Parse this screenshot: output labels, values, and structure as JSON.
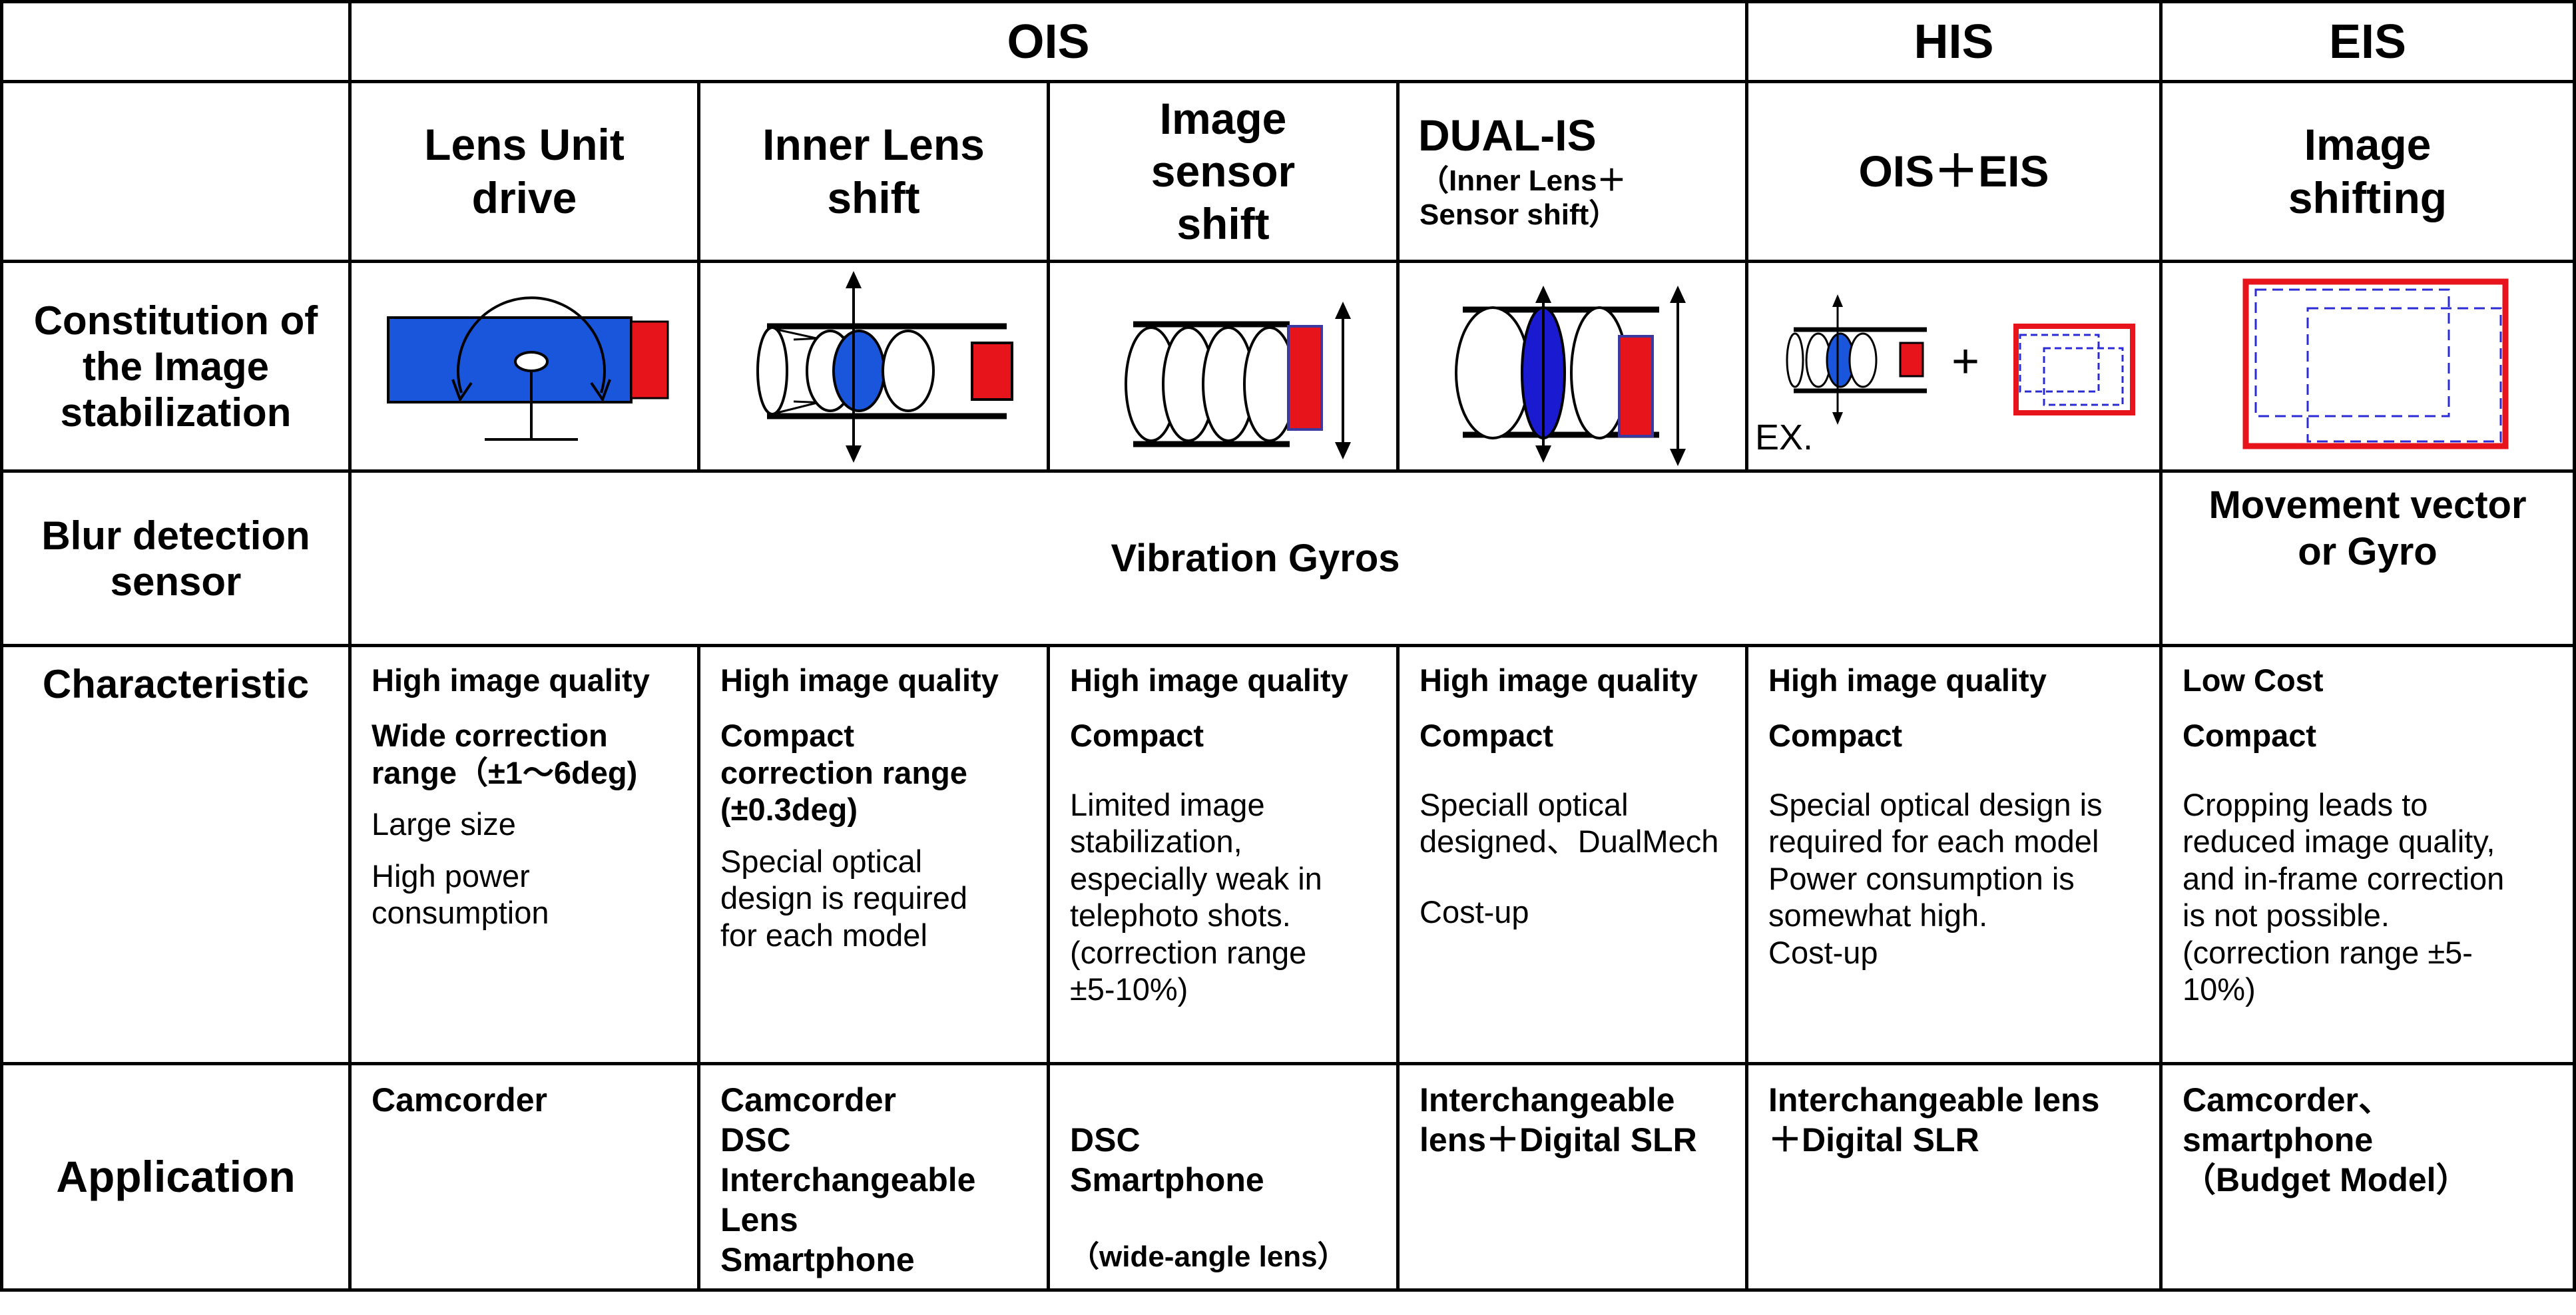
{
  "header": {
    "groups": [
      "OIS",
      "HIS",
      "EIS"
    ]
  },
  "methods": {
    "lens_unit": "Lens  Unit\ndrive",
    "inner_lens": "Inner  Lens\nshift",
    "image_sensor": "Image\nsensor\nshift",
    "dual_is": "DUAL-IS",
    "dual_is_sub": "（Inner Lens＋\n  Sensor shift）",
    "his": "OIS＋EIS",
    "eis": "Image\nshifting"
  },
  "row_headers": {
    "constitution": "Constitution of\nthe Image\nstabilization",
    "blur": "Blur detection\nsensor",
    "characteristic": "Characteristic",
    "application": "Application"
  },
  "blur_detection": {
    "ois_his": "Vibration Gyros",
    "eis": "Movement vector\nor    Gyro"
  },
  "diagram_labels": {
    "his_example": "EX.",
    "plus": "+"
  },
  "colors": {
    "lens_blue": "#1a56db",
    "dark_blue": "#1a1ad0",
    "sensor_red": "#e8141b",
    "dashed_blue": "#2a2ad6"
  },
  "characteristics": {
    "lens_unit": {
      "bold": [
        "High image quality",
        "Wide correction\nrange（±1～6deg)"
      ],
      "normal": [
        "Large size",
        "High power\nconsumption"
      ]
    },
    "inner_lens": {
      "bold": [
        "High image quality",
        "Compact\ncorrection range\n  (±0.3deg)"
      ],
      "normal": [
        "Special optical\ndesign is required\nfor each model"
      ]
    },
    "image_sensor": {
      "bold": [
        "High image quality",
        "Compact"
      ],
      "normal": [
        "Limited image\nstabilization,\nespecially weak in\ntelephoto shots.\n(correction range\n±5-10%)"
      ]
    },
    "dual_is": {
      "bold": [
        "High image quality",
        "Compact"
      ],
      "normal": [
        "Speciall  optical\ndesigned、DualMech",
        "Cost-up"
      ]
    },
    "his": {
      "bold": [
        "High image quality",
        "Compact"
      ],
      "normal": [
        "Special optical design is\nrequired for each model\nPower consumption is\nsomewhat high.\nCost-up"
      ]
    },
    "eis": {
      "bold": [
        "Low Cost",
        "Compact"
      ],
      "normal": [
        "Cropping leads to\nreduced image quality,\nand in-frame correction\nis not possible.\n(correction range  ±5-\n10%)"
      ]
    }
  },
  "applications": {
    "lens_unit": "Camcorder",
    "inner_lens": "Camcorder\nDSC\nInterchangeable\nLens\nSmartphone",
    "image_sensor": "DSC\nSmartphone",
    "image_sensor_sub": "（wide-angle  lens）",
    "dual_is": "Interchangeable\nlens＋Digital SLR",
    "his": "Interchangeable lens\n＋Digital SLR",
    "eis": "Camcorder、\nsmartphone\n（Budget Model）"
  }
}
